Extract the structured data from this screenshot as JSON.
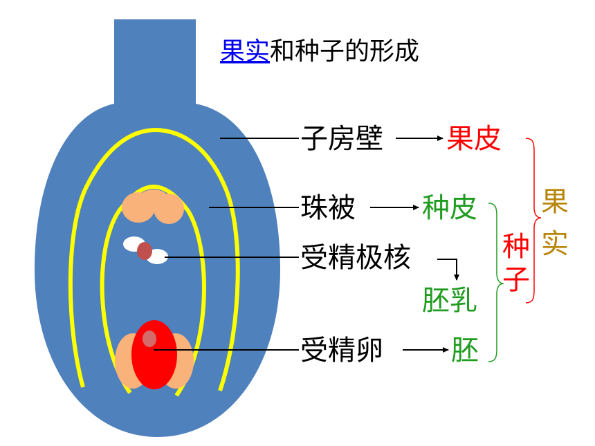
{
  "title": {
    "link_text": "果实",
    "rest_text": "和种子的形成"
  },
  "parts": {
    "ovary_wall": "子房壁",
    "integument": "珠被",
    "fertilized_polar_nuclei": "受精极核",
    "fertilized_egg": "受精卵"
  },
  "results": {
    "pericarp": "果皮",
    "seed_coat": "种皮",
    "endosperm": "胚乳",
    "embryo": "胚"
  },
  "groups": {
    "seed_chars": [
      "种",
      "子"
    ],
    "fruit_chars": [
      "果",
      "实"
    ]
  },
  "colors": {
    "ovary": "#4f81bd",
    "ovule_wall": "#ffff00",
    "tissue": "#f9b27a",
    "egg": "#ff0000",
    "red_text": "#ff0000",
    "green_text": "#1f9c1f",
    "brown_text": "#b8860b",
    "link": "#0000ee"
  }
}
